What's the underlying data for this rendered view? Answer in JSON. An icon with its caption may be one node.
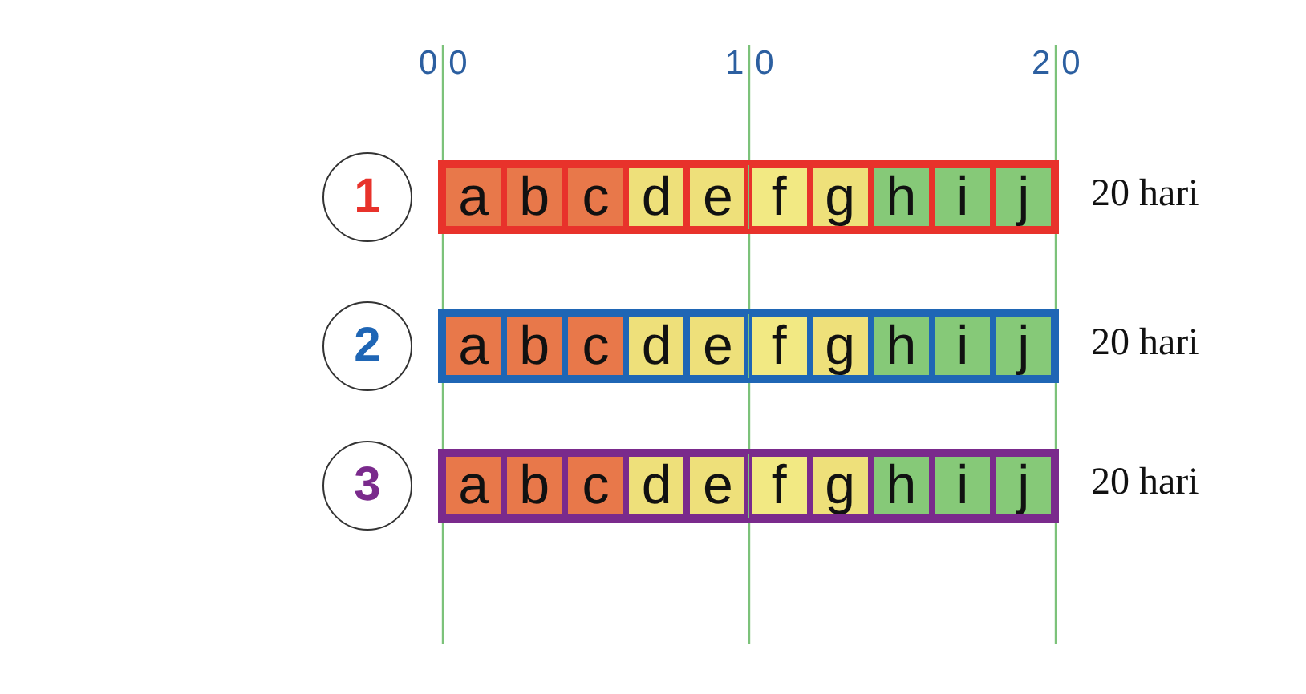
{
  "diagram": {
    "nodes": [
      {
        "text": [
          "1"
        ]
      },
      {
        "text": [],
        "shape": "bar",
        "beside": [
          "20 hari"
        ]
      },
      {
        "text": [
          "a"
        ],
        "in": 1
      },
      {
        "text": [
          "b"
        ],
        "in": 1
      },
      {
        "text": [
          "c"
        ],
        "in": 1
      },
      {
        "text": [
          "d"
        ],
        "in": 1
      },
      {
        "text": [
          "e"
        ],
        "in": 1
      },
      {
        "text": [
          "f"
        ],
        "in": 1
      },
      {
        "text": [
          "g"
        ],
        "in": 1
      },
      {
        "text": [
          "h"
        ],
        "in": 1
      },
      {
        "text": [
          "i"
        ],
        "in": 1
      },
      {
        "text": [
          "j"
        ],
        "in": 1
      },
      {
        "text": [
          "2"
        ]
      },
      {
        "text": [],
        "shape": "bar",
        "beside": [
          "20 hari"
        ]
      },
      {
        "text": [
          "a"
        ],
        "in": 13
      },
      {
        "text": [
          "b"
        ],
        "in": 13
      },
      {
        "text": [
          "c"
        ],
        "in": 13
      },
      {
        "text": [
          "d"
        ],
        "in": 13
      },
      {
        "text": [
          "e"
        ],
        "in": 13
      },
      {
        "text": [
          "f"
        ],
        "in": 13
      },
      {
        "text": [
          "g"
        ],
        "in": 13
      },
      {
        "text": [
          "h"
        ],
        "in": 13
      },
      {
        "text": [
          "i"
        ],
        "in": 13
      },
      {
        "text": [
          "j"
        ],
        "in": 13
      },
      {
        "text": [
          "3"
        ]
      },
      {
        "text": [],
        "shape": "bar",
        "beside": [
          "20 hari"
        ]
      },
      {
        "text": [
          "a"
        ],
        "in": 25
      },
      {
        "text": [
          "b"
        ],
        "in": 25
      },
      {
        "text": [
          "c"
        ],
        "in": 25
      },
      {
        "text": [
          "d"
        ],
        "in": 25
      },
      {
        "text": [
          "e"
        ],
        "in": 25
      },
      {
        "text": [
          "f"
        ],
        "in": 25
      },
      {
        "text": [
          "g"
        ],
        "in": 25
      },
      {
        "text": [
          "h"
        ],
        "in": 25
      },
      {
        "text": [
          "i"
        ],
        "in": 25
      },
      {
        "text": [
          "j"
        ],
        "in": 25
      }
    ],
    "labels": [
      "00",
      "10",
      "20"
    ]
  }
}
